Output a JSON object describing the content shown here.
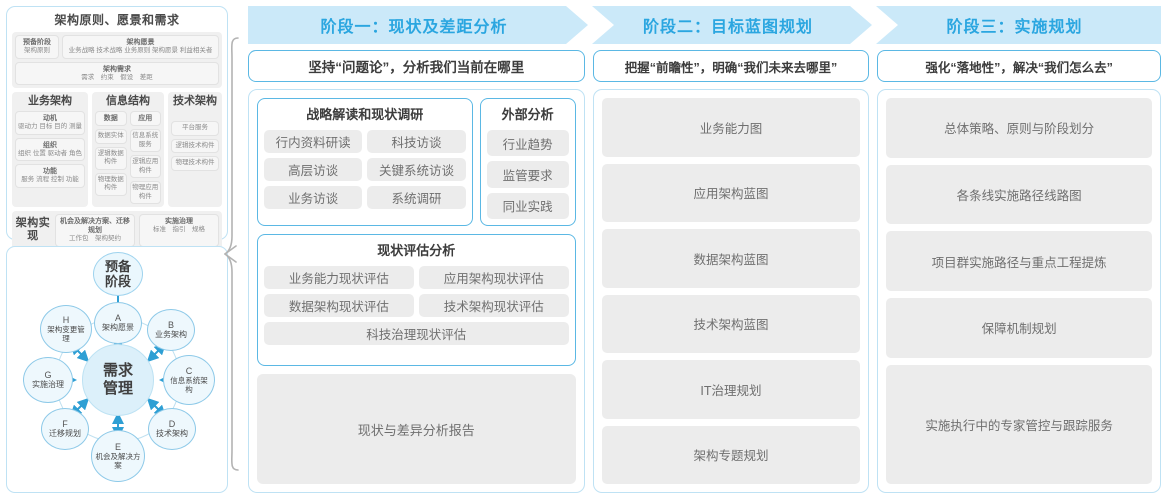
{
  "left_panel": {
    "togaf": {
      "title": "架构原则、愿景和需求",
      "row1": [
        {
          "title": "预备阶段",
          "items": "架构原则"
        },
        {
          "title": "架构愿景",
          "items": "业务战略 技术战略 业务原则 架构愿景 利益相关者"
        }
      ],
      "row2": {
        "title": "架构需求",
        "items": "需求　约束　假设　差距"
      },
      "domains": [
        {
          "title": "业务架构",
          "cells": [
            {
              "head": "动机",
              "items": "驱动力 目标 目的 测量"
            },
            {
              "head": "组织",
              "items": "组织 位置 驱动者 角色"
            },
            {
              "head": "功能",
              "items": "服务 流程 控制 功能"
            }
          ]
        },
        {
          "title": "信息结构",
          "subcols": [
            {
              "head": "数据",
              "cells": [
                "数据实体",
                "逻辑数据构件",
                "物理数据构件"
              ]
            },
            {
              "head": "应用",
              "cells": [
                "信息系统服务",
                "逻辑应用构件",
                "物理应用构件"
              ]
            }
          ]
        },
        {
          "title": "技术架构",
          "cells": [
            "平台服务",
            "逻辑技术构件",
            "物理技术构件"
          ]
        }
      ],
      "bottom": {
        "label": "架构实现",
        "blocks": [
          {
            "head": "机会及解决方案、迁移规划",
            "items": "工作包　架构契约"
          },
          {
            "head": "实施治理",
            "items": "标准　指引　规格"
          }
        ]
      }
    },
    "cycle": {
      "top_node": "预备\n阶段",
      "center": "需求\n管理",
      "nodes": [
        {
          "letter": "A",
          "label": "架构愿景"
        },
        {
          "letter": "B",
          "label": "业务架构"
        },
        {
          "letter": "C",
          "label": "信息系统架构"
        },
        {
          "letter": "D",
          "label": "技术架构"
        },
        {
          "letter": "E",
          "label": "机会及解决方案"
        },
        {
          "letter": "F",
          "label": "迁移规划"
        },
        {
          "letter": "G",
          "label": "实施治理"
        },
        {
          "letter": "H",
          "label": "架构变更管理"
        }
      ]
    }
  },
  "phases": [
    {
      "chevron": "阶段一：现状及差距分析",
      "subtitle": "坚持“问题论”，分析我们当前在哪里",
      "groups": [
        {
          "title": "战略解读和现状调研",
          "rows": [
            [
              "行内资料研读",
              "科技访谈"
            ],
            [
              "高层访谈",
              "关键系统访谈"
            ],
            [
              "业务访谈",
              "系统调研"
            ]
          ]
        },
        {
          "title": "外部分析",
          "rows": [
            [
              "行业趋势"
            ],
            [
              "监管要求"
            ],
            [
              "同业实践"
            ]
          ]
        },
        {
          "title": "现状评估分析",
          "rows": [
            [
              "业务能力现状评估",
              "应用架构现状评估"
            ],
            [
              "数据架构现状评估",
              "技术架构现状评估"
            ],
            [
              "科技治理现状评估"
            ]
          ]
        }
      ],
      "report": "现状与差异分析报告"
    },
    {
      "chevron": "阶段二：目标蓝图规划",
      "subtitle": "把握“前瞻性”，明确“我们未来去哪里”",
      "items": [
        "业务能力图",
        "应用架构蓝图",
        "数据架构蓝图",
        "技术架构蓝图",
        "IT治理规划",
        "架构专题规划"
      ]
    },
    {
      "chevron": "阶段三：实施规划",
      "subtitle": "强化“落地性”，解决“我们怎么去”",
      "items": [
        "总体策略、原则与阶段划分",
        "各条线实施路径线路图",
        "项目群实施路径与重点工程提炼",
        "保障机制规划",
        "实施执行中的专家管控与跟踪服务"
      ]
    }
  ],
  "colors": {
    "accent": "#2ba6e0",
    "chevron_bg": "#cbe9f9",
    "panel_border": "#bfe2f4",
    "group_border": "#5bb8e4",
    "chip_bg": "#ececec"
  }
}
